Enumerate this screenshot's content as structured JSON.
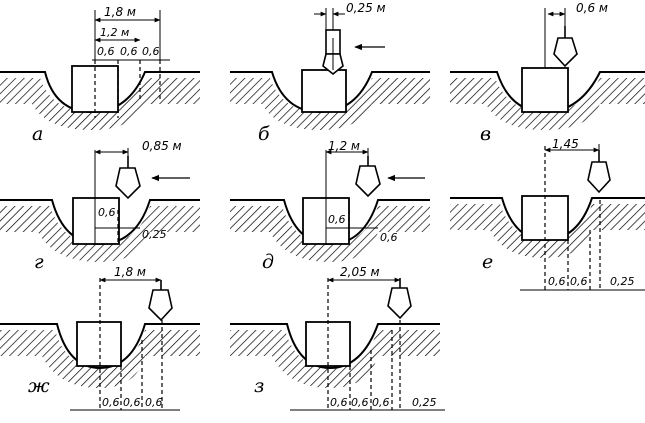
{
  "panels": {
    "a": {
      "letter": "а",
      "total": "1,8 м",
      "mid": "1,2 м",
      "s1": "0,6",
      "s2": "0,6",
      "s3": "0,6"
    },
    "b": {
      "letter": "б",
      "dist": "0,25 м"
    },
    "v": {
      "letter": "в",
      "dist": "0,6 м"
    },
    "g": {
      "letter": "г",
      "dist": "0,85 м",
      "inner": "0,6",
      "gap": "0,25"
    },
    "d": {
      "letter": "д",
      "dist": "1,2 м",
      "inner": "0,6",
      "gap": "0,6"
    },
    "e": {
      "letter": "е",
      "dist": "1,45",
      "s1": "0,6",
      "s2": "0,6",
      "s3": "0,25"
    },
    "zh": {
      "letter": "ж",
      "dist": "1,8 м",
      "s1": "0,6",
      "s2": "0,6",
      "s3": "0,6"
    },
    "z": {
      "letter": "з",
      "dist": "2,05 м",
      "s1": "0,6",
      "s2": "0,6",
      "s3": "0,6",
      "s4": "0,25"
    }
  }
}
